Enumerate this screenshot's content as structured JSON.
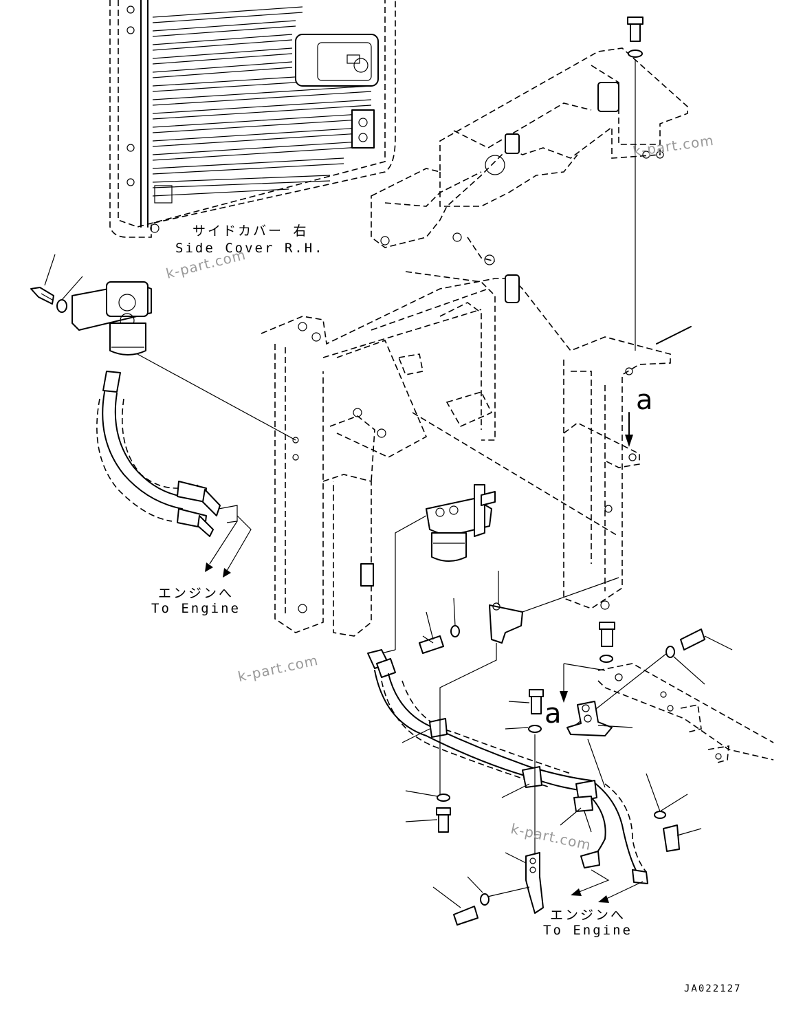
{
  "labels": {
    "side_cover_jp": "サイドカバー 右",
    "side_cover_en": "Side Cover R.H.",
    "engine_jp_1": "エンジンへ",
    "engine_en_1": "To Engine",
    "engine_jp_2": "エンジンへ",
    "engine_en_2": "To Engine",
    "mark_a_1": "a",
    "mark_a_2": "a",
    "drawing_code": "JA022127"
  },
  "watermarks": [
    "k-part.com",
    "k-part.com",
    "k-part.com",
    "k-part.com"
  ],
  "icons": [
    "bolt-icon",
    "washer-icon",
    "fuel-filter-icon",
    "hose-icon",
    "clamp-icon",
    "bracket-icon",
    "arrow-icon"
  ]
}
